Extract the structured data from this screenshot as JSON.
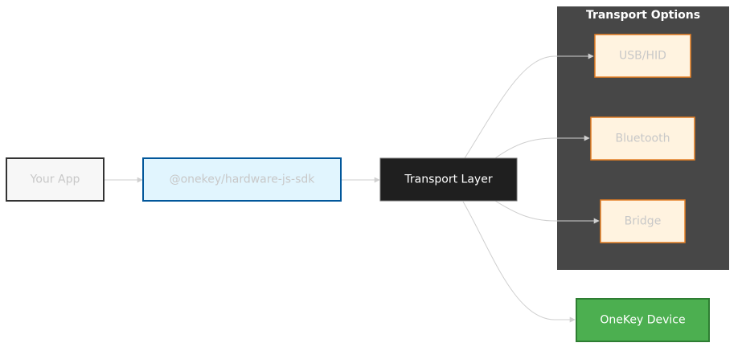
{
  "cluster": {
    "title": "Transport Options"
  },
  "nodes": {
    "your_app": {
      "label": "Your App"
    },
    "sdk": {
      "label": "@onekey/hardware-js-sdk"
    },
    "transport_layer": {
      "label": "Transport Layer"
    },
    "usb_hid": {
      "label": "USB/HID"
    },
    "bluetooth": {
      "label": "Bluetooth"
    },
    "bridge": {
      "label": "Bridge"
    },
    "device": {
      "label": "OneKey Device"
    }
  },
  "colors": {
    "cluster_bg": "#474747",
    "app_fill": "#f7f7f7",
    "app_stroke": "#333333",
    "sdk_fill": "#e1f5fe",
    "sdk_stroke": "#01579b",
    "transport_fill": "#1f1f1f",
    "option_fill": "#fff3e0",
    "option_stroke": "#e67e22",
    "device_fill": "#4caf50",
    "device_stroke": "#2e7d32",
    "edge": "#cfcfcf",
    "muted_text": "#c8c8c8"
  }
}
